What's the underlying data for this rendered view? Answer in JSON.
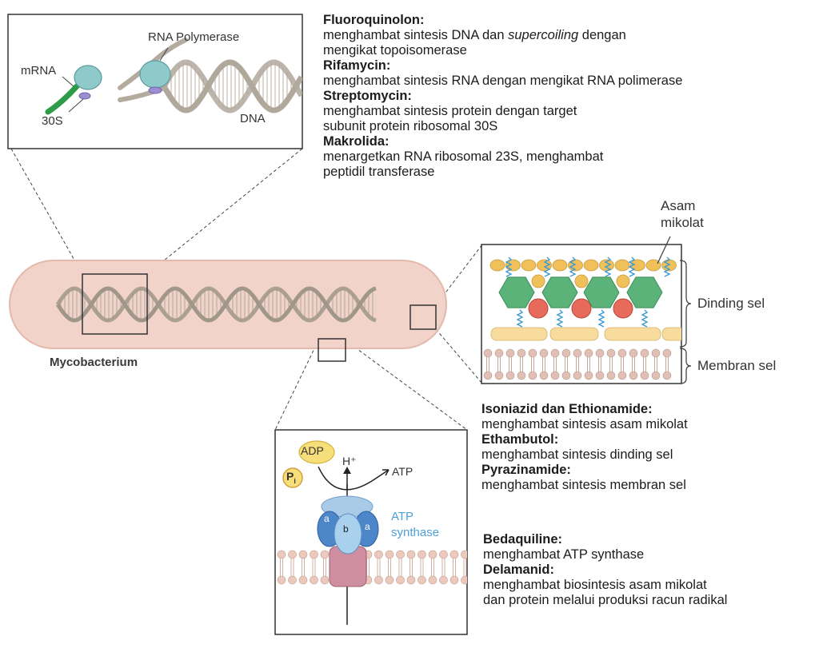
{
  "colors": {
    "cell_fill": "#f2d3c9",
    "cell_stroke": "#e0b3a6",
    "box_stroke": "#444444",
    "dna": "#9c9184",
    "ribosome": "#8fc9c9",
    "mrna": "#2d9b47",
    "hexagon": "#5cb37a",
    "circle_red": "#e86a5b",
    "circle_yellow": "#f0c05a",
    "lipid_pink": "#e8c0b4",
    "atp_blue": "#4d86c9",
    "atp_pink": "#c97f90"
  },
  "cell": {
    "name": "Mycobacterium"
  },
  "dna_inset": {
    "mrna_label": "mRNA",
    "rna_pol_label": "RNA Polymerase",
    "s30_label": "30S",
    "dna_label": "DNA"
  },
  "wall_inset": {
    "mycolic_label_line1": "Asam",
    "mycolic_label_line2": "mikolat",
    "cell_wall_label": "Dinding sel",
    "membrane_label": "Membran sel"
  },
  "atp_inset": {
    "adp": "ADP",
    "pi": "P",
    "pi_sub": "i",
    "h_plus": "H⁺",
    "atp": "ATP",
    "a1": "a",
    "b": "b",
    "a2": "a",
    "synthase_line1": "ATP",
    "synthase_line2": "synthase"
  },
  "drugs_top": [
    {
      "name": "Fluoroquinolon:",
      "desc_pre": "menghambat sintesis DNA dan ",
      "desc_em": "supercoiling",
      "desc_post": " dengan",
      "desc2": "mengikat topoisomerase"
    },
    {
      "name": "Rifamycin:",
      "desc": "menghambat sintesis RNA dengan mengikat RNA polimerase"
    },
    {
      "name": "Streptomycin:",
      "desc": "menghambat sintesis protein dengan target",
      "desc2": "subunit protein ribosomal 30S"
    },
    {
      "name": "Makrolida:",
      "desc": "menargetkan RNA ribosomal 23S, menghambat",
      "desc2": "peptidil transferase"
    }
  ],
  "drugs_mid": [
    {
      "name": "Isoniazid dan Ethionamide:",
      "desc": "menghambat sintesis asam mikolat"
    },
    {
      "name": "Ethambutol:",
      "desc": "menghambat sintesis dinding sel"
    },
    {
      "name": "Pyrazinamide:",
      "desc": "menghambat sintesis membran sel"
    }
  ],
  "drugs_bottom": [
    {
      "name": "Bedaquiline:",
      "desc": "menghambat ATP synthase"
    },
    {
      "name": "Delamanid:",
      "desc": "menghambat biosintesis asam mikolat",
      "desc2": "dan protein melalui produksi racun radikal"
    }
  ]
}
